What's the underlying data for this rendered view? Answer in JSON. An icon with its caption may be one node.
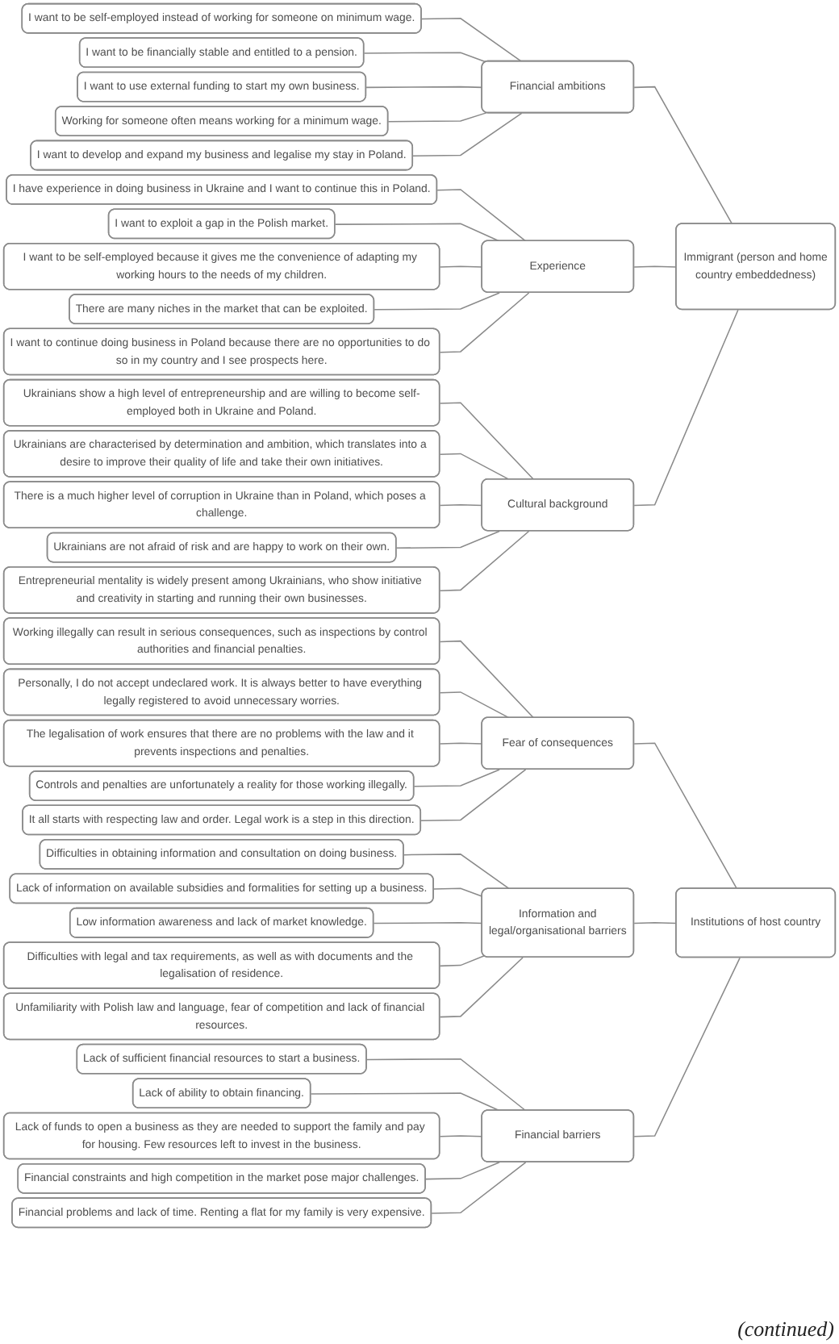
{
  "diagram": {
    "nodes": [
      {
        "text": [
          "I want to be self-employed instead of working for someone on minimum wage."
        ]
      },
      {
        "text": [
          "I want to be financially stable and entitled to a pension."
        ]
      },
      {
        "text": [
          "I want to use external funding to start my own business."
        ]
      },
      {
        "text": [
          "Working for someone often means working for a minimum wage."
        ]
      },
      {
        "text": [
          "I want to develop and expand my business and legalise my stay in Poland."
        ]
      },
      {
        "text": [
          "I have experience in doing business in Ukraine and I want to continue this in Poland."
        ]
      },
      {
        "text": [
          "I want to exploit a gap in the Polish market."
        ]
      },
      {
        "text": [
          "I want to be self-employed because it gives me the convenience of adapting my working hours to the needs of my children."
        ]
      },
      {
        "text": [
          "There are many niches in the market that can be exploited."
        ]
      },
      {
        "text": [
          "I want to continue doing business in Poland because there are no opportunities to do so in my country and I see prospects here."
        ]
      },
      {
        "text": [
          "Ukrainians show a high level of entrepreneurship and are willing to become self-employed both in Ukraine and Poland."
        ]
      },
      {
        "text": [
          "Ukrainians are characterised by determination and ambition, which translates into a desire to improve their quality of life and take their own initiatives."
        ]
      },
      {
        "text": [
          "There is a much higher level of corruption in Ukraine than in Poland, which poses a challenge."
        ]
      },
      {
        "text": [
          "Ukrainians are not afraid of risk and are happy to work on their own."
        ]
      },
      {
        "text": [
          "Entrepreneurial mentality is widely present among Ukrainians, who show initiative and creativity in starting and running their own businesses."
        ]
      },
      {
        "text": [
          "Working illegally can result in serious consequences, such as inspections by control authorities and financial penalties."
        ]
      },
      {
        "text": [
          "Personally, I do not accept undeclared work. It is always better to have everything legally registered to avoid unnecessary worries."
        ]
      },
      {
        "text": [
          "The legalisation of work ensures that there are no problems with the law and it prevents inspections and penalties."
        ]
      },
      {
        "text": [
          "Controls and penalties are unfortunately a reality for those working illegally."
        ]
      },
      {
        "text": [
          "It all starts with respecting law and order. Legal work is a step in this direction."
        ]
      },
      {
        "text": [
          "Difficulties in obtaining information and consultation on doing business."
        ]
      },
      {
        "text": [
          "Lack of information on available subsidies and formalities for setting up a business."
        ]
      },
      {
        "text": [
          "Low information awareness and lack of market knowledge."
        ]
      },
      {
        "text": [
          "Difficulties with legal and tax requirements, as well as with documents and the legalisation of residence."
        ]
      },
      {
        "text": [
          "Unfamiliarity with Polish law and language, fear of competition and lack of financial resources."
        ]
      },
      {
        "text": [
          "Lack of sufficient financial resources to start a business."
        ]
      },
      {
        "text": [
          "Lack of ability to obtain financing."
        ]
      },
      {
        "text": [
          "Lack of funds to open a business as they are needed to support the family and pay for housing. Few resources left to invest in the business."
        ]
      },
      {
        "text": [
          "Financial constraints and high competition in the market pose major challenges."
        ]
      },
      {
        "text": [
          "Financial problems and lack of time. Renting a flat for my family is very expensive."
        ]
      },
      {
        "text": [
          "Financial ambitions"
        ]
      },
      {
        "text": [
          "Experience"
        ]
      },
      {
        "text": [
          "Cultural background"
        ]
      },
      {
        "text": [
          "Fear of consequences"
        ]
      },
      {
        "text": [
          "Information and legal/organisational barriers"
        ]
      },
      {
        "text": [
          "Financial barriers"
        ]
      },
      {
        "text": [
          "Immigrant (person and home country embeddedness)"
        ]
      },
      {
        "text": [
          "Institutions of host country"
        ]
      }
    ],
    "edges": [
      {
        "from": 0,
        "to": 30,
        "arrow": "none"
      },
      {
        "from": 1,
        "to": 30,
        "arrow": "none"
      },
      {
        "from": 2,
        "to": 30,
        "arrow": "none"
      },
      {
        "from": 3,
        "to": 30,
        "arrow": "none"
      },
      {
        "from": 4,
        "to": 30,
        "arrow": "none"
      },
      {
        "from": 5,
        "to": 31,
        "arrow": "none"
      },
      {
        "from": 6,
        "to": 31,
        "arrow": "none"
      },
      {
        "from": 7,
        "to": 31,
        "arrow": "none"
      },
      {
        "from": 8,
        "to": 31,
        "arrow": "none"
      },
      {
        "from": 9,
        "to": 31,
        "arrow": "none"
      },
      {
        "from": 10,
        "to": 32,
        "arrow": "none"
      },
      {
        "from": 11,
        "to": 32,
        "arrow": "none"
      },
      {
        "from": 12,
        "to": 32,
        "arrow": "none"
      },
      {
        "from": 13,
        "to": 32,
        "arrow": "none"
      },
      {
        "from": 14,
        "to": 32,
        "arrow": "none"
      },
      {
        "from": 15,
        "to": 33,
        "arrow": "none"
      },
      {
        "from": 16,
        "to": 33,
        "arrow": "none"
      },
      {
        "from": 17,
        "to": 33,
        "arrow": "none"
      },
      {
        "from": 18,
        "to": 33,
        "arrow": "none"
      },
      {
        "from": 19,
        "to": 33,
        "arrow": "none"
      },
      {
        "from": 20,
        "to": 34,
        "arrow": "none"
      },
      {
        "from": 21,
        "to": 34,
        "arrow": "none"
      },
      {
        "from": 22,
        "to": 34,
        "arrow": "none"
      },
      {
        "from": 23,
        "to": 34,
        "arrow": "none"
      },
      {
        "from": 24,
        "to": 34,
        "arrow": "none"
      },
      {
        "from": 25,
        "to": 35,
        "arrow": "none"
      },
      {
        "from": 26,
        "to": 35,
        "arrow": "none"
      },
      {
        "from": 27,
        "to": 35,
        "arrow": "none"
      },
      {
        "from": 28,
        "to": 35,
        "arrow": "none"
      },
      {
        "from": 29,
        "to": 35,
        "arrow": "none"
      },
      {
        "from": 30,
        "to": 36,
        "arrow": "none"
      },
      {
        "from": 31,
        "to": 36,
        "arrow": "none"
      },
      {
        "from": 32,
        "to": 36,
        "arrow": "none"
      },
      {
        "from": 33,
        "to": 37,
        "arrow": "none"
      },
      {
        "from": 34,
        "to": 37,
        "arrow": "none"
      },
      {
        "from": 35,
        "to": 37,
        "arrow": "none"
      }
    ],
    "labels": [
      "(continued)"
    ]
  }
}
